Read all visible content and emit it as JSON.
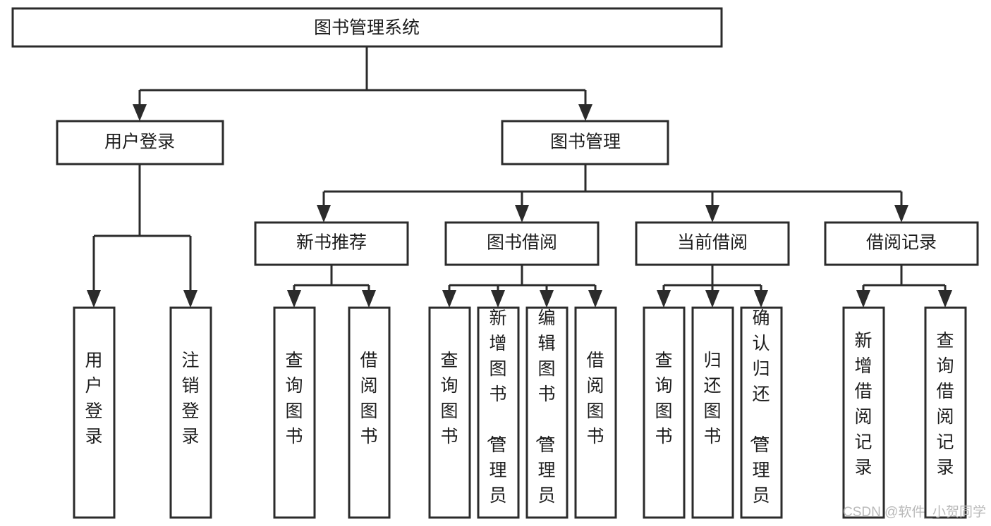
{
  "diagram": {
    "title": "图书管理系统",
    "type": "tree-hierarchy",
    "background_color": "#ffffff",
    "line_color": "#2b2b2b",
    "text_color": "#1c1c1c",
    "nodes": {
      "root": {
        "label": "图书管理系统",
        "level": 0,
        "orientation": "horizontal"
      },
      "l1_0": {
        "label": "用户登录",
        "level": 1,
        "orientation": "horizontal"
      },
      "l1_1": {
        "label": "图书管理",
        "level": 1,
        "orientation": "horizontal"
      },
      "l2_0": {
        "label": "新书推荐",
        "level": 2,
        "orientation": "horizontal"
      },
      "l2_1": {
        "label": "图书借阅",
        "level": 2,
        "orientation": "horizontal"
      },
      "l2_2": {
        "label": "当前借阅",
        "level": 2,
        "orientation": "horizontal"
      },
      "l2_3": {
        "label": "借阅记录",
        "level": 2,
        "orientation": "horizontal"
      },
      "leaf_0": {
        "label": "用户登录",
        "level": 3,
        "orientation": "vertical"
      },
      "leaf_1": {
        "label": "注销登录",
        "level": 3,
        "orientation": "vertical"
      },
      "leaf_2": {
        "label": "查询图书",
        "level": 3,
        "orientation": "vertical"
      },
      "leaf_3": {
        "label": "借阅图书",
        "level": 3,
        "orientation": "vertical"
      },
      "leaf_4": {
        "label": "查询图书",
        "level": 3,
        "orientation": "vertical"
      },
      "leaf_5": {
        "label": "新增图书（管理员）",
        "level": 3,
        "orientation": "vertical"
      },
      "leaf_6": {
        "label": "编辑图书（管理员）",
        "level": 3,
        "orientation": "vertical"
      },
      "leaf_7": {
        "label": "借阅图书",
        "level": 3,
        "orientation": "vertical"
      },
      "leaf_8": {
        "label": "查询图书",
        "level": 3,
        "orientation": "vertical"
      },
      "leaf_9": {
        "label": "归还图书",
        "level": 3,
        "orientation": "vertical"
      },
      "leaf_10": {
        "label": "确认归还（管理员）",
        "level": 3,
        "orientation": "vertical"
      },
      "leaf_11": {
        "label": "新增借阅记录",
        "level": 3,
        "orientation": "vertical"
      },
      "leaf_12": {
        "label": "查询借阅记录",
        "level": 3,
        "orientation": "vertical"
      }
    },
    "edges": [
      {
        "from": "root",
        "to": "l1_0"
      },
      {
        "from": "root",
        "to": "l1_1"
      },
      {
        "from": "l1_1",
        "to": "l2_0"
      },
      {
        "from": "l1_1",
        "to": "l2_1"
      },
      {
        "from": "l1_1",
        "to": "l2_2"
      },
      {
        "from": "l1_1",
        "to": "l2_3"
      },
      {
        "from": "l1_0",
        "to": "leaf_0"
      },
      {
        "from": "l1_0",
        "to": "leaf_1"
      },
      {
        "from": "l2_0",
        "to": "leaf_2"
      },
      {
        "from": "l2_0",
        "to": "leaf_3"
      },
      {
        "from": "l2_1",
        "to": "leaf_4"
      },
      {
        "from": "l2_1",
        "to": "leaf_5"
      },
      {
        "from": "l2_1",
        "to": "leaf_6"
      },
      {
        "from": "l2_1",
        "to": "leaf_7"
      },
      {
        "from": "l2_2",
        "to": "leaf_8"
      },
      {
        "from": "l2_2",
        "to": "leaf_9"
      },
      {
        "from": "l2_2",
        "to": "leaf_10"
      },
      {
        "from": "l2_3",
        "to": "leaf_11"
      },
      {
        "from": "l2_3",
        "to": "leaf_12"
      }
    ]
  },
  "watermark": {
    "text": "CSDN @软件_小贺同学"
  }
}
